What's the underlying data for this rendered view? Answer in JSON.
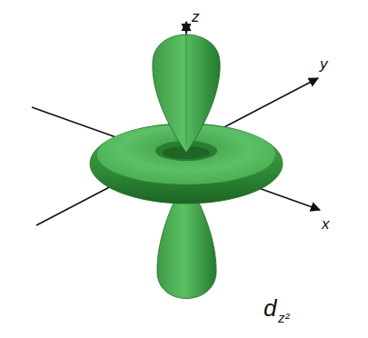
{
  "diagram": {
    "labels": [
      "z",
      "y",
      "x",
      "d",
      "z²"
    ]
  }
}
